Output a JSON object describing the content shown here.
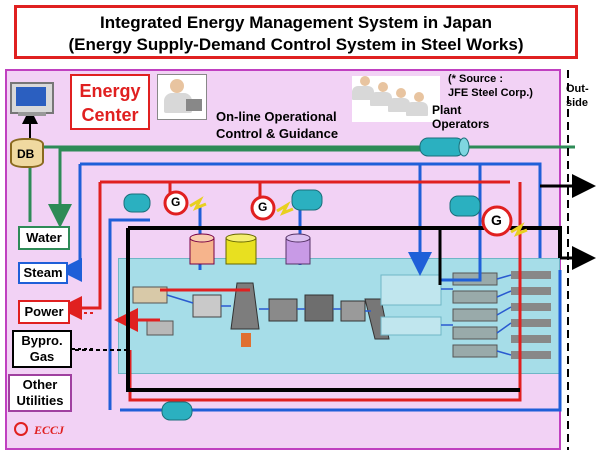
{
  "title": {
    "line1": "Integrated Energy Management System in Japan",
    "line2": "(Energy Supply-Demand Control System in Steel Works)"
  },
  "energy_center": "Energy\nCenter",
  "db_label": "DB",
  "operational_label": "On-line Operational\nControl & Guidance",
  "source_label": "(* Source :\nJFE Steel Corp.)",
  "plant_operators_label": "Plant\nOperators",
  "outside_label": "Out-\nside",
  "utilities": [
    {
      "label": "Water",
      "color": "#2e8b57"
    },
    {
      "label": "Steam",
      "color": "#1f5fd8"
    },
    {
      "label": "Power",
      "color": "#e02020"
    },
    {
      "label": "Bypro.\nGas",
      "color": "#000000"
    },
    {
      "label": "Other\nUtilities",
      "color": "#a040a0"
    }
  ],
  "generator_label": "G",
  "eccj_label": "ECCJ",
  "colors": {
    "water": "#2e8b57",
    "steam": "#1f5fd8",
    "power": "#e02020",
    "byproduct_gas": "#000000",
    "other": "#a040a0",
    "tank": "#2bb0c0",
    "panel": "#f2d2f5"
  }
}
